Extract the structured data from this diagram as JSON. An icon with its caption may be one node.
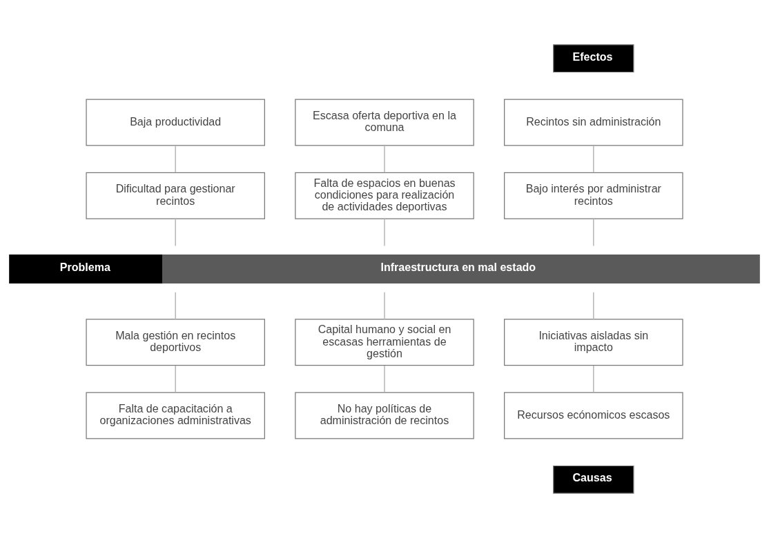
{
  "diagram": {
    "nodes": [
      {
        "text": [
          "Recintos sin administración"
        ]
      },
      {
        "text": [
          "Baja productividad"
        ]
      },
      {
        "text": [
          "Escasa oferta deportiva en la comuna"
        ]
      },
      {
        "text": [
          "Bajo interés por administrar recintos"
        ]
      },
      {
        "text": [
          "Dificultad para gestionar recintos"
        ]
      },
      {
        "text": [
          "Falta de espacios en buenas condiciones para realización de actividades deportivas"
        ]
      },
      {
        "text": [
          "Problema",
          "Infraestructura en mal estado"
        ]
      },
      {
        "text": [
          "Mala gestión en recintos deportivos"
        ]
      },
      {
        "text": [
          "Capital humano y social en escasas herramientas de gestión"
        ]
      },
      {
        "text": [
          "Iniciativas aisladas sin impacto"
        ]
      },
      {
        "text": [
          "Falta de capacitación a organizaciones administrativas"
        ]
      },
      {
        "text": [
          "No hay políticas de administración de recintos"
        ]
      },
      {
        "text": [
          "Recursos ecónomicos escasos"
        ]
      }
    ],
    "edges": [
      {
        "from": 0,
        "to": 3,
        "arrow": "none"
      },
      {
        "from": 1,
        "to": 4,
        "arrow": "none"
      },
      {
        "from": 2,
        "to": 5,
        "arrow": "none"
      },
      {
        "from": 3,
        "to": 6,
        "arrow": "none"
      },
      {
        "from": 4,
        "to": 6,
        "arrow": "none"
      },
      {
        "from": 5,
        "to": 6,
        "arrow": "none"
      },
      {
        "from": 6,
        "to": 7,
        "arrow": "none"
      },
      {
        "from": 6,
        "to": 8,
        "arrow": "none"
      },
      {
        "from": 6,
        "to": 9,
        "arrow": "none"
      },
      {
        "from": 7,
        "to": 10,
        "arrow": "none"
      },
      {
        "from": 8,
        "to": 11,
        "arrow": "none"
      },
      {
        "from": 9,
        "to": 12,
        "arrow": "none"
      }
    ],
    "labels": [
      "Efectos",
      "Causas"
    ]
  }
}
